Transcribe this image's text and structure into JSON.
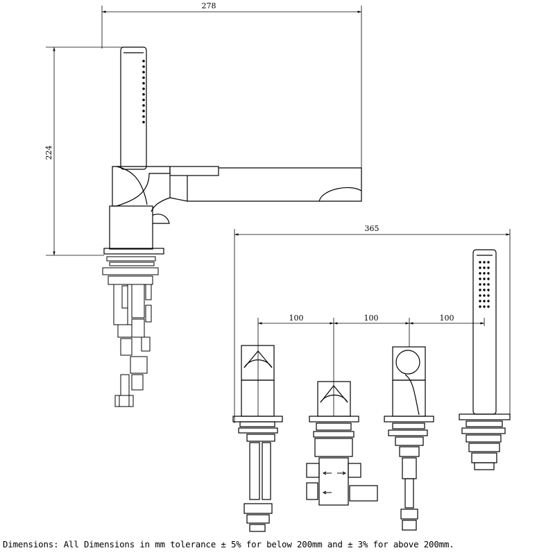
{
  "dimensions": {
    "side_width": "278",
    "side_height": "224",
    "front_overall_width": "365",
    "spacing_1": "100",
    "spacing_2": "100",
    "spacing_3": "100"
  },
  "footer_note": "Dimensions: All Dimensions in mm tolerance ± 5% for below 200mm and ± 3% for above 200mm.",
  "colors": {
    "line": "#000000",
    "background": "#ffffff"
  }
}
